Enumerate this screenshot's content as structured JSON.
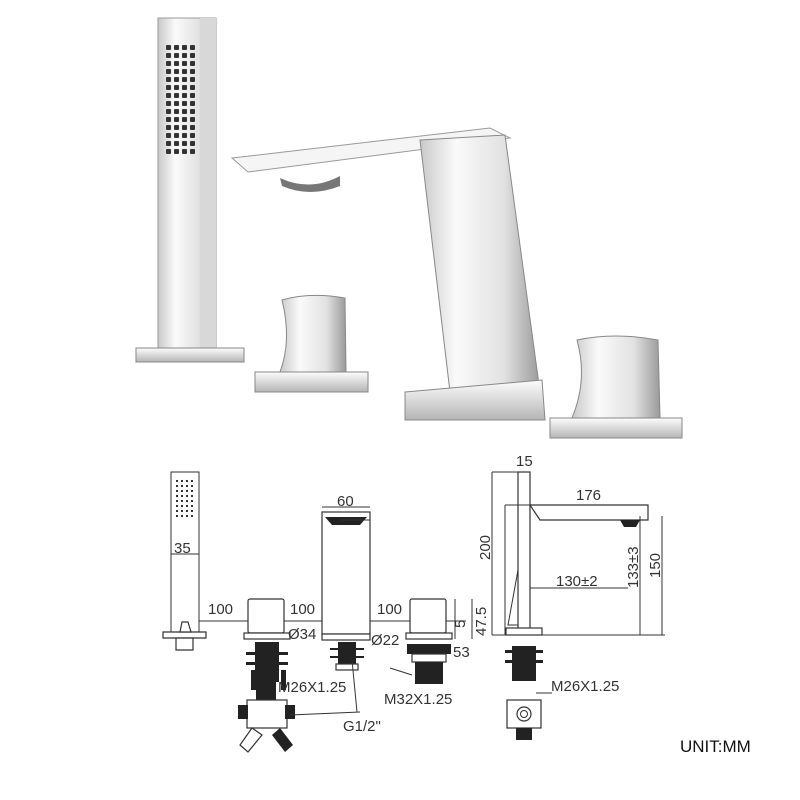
{
  "product_photo": {
    "title": "4-hole deck mounted bath filler with hand shower"
  },
  "drawing": {
    "handshower_width": "35",
    "spacing": [
      "100",
      "100",
      "100"
    ],
    "spout_width": "60",
    "handle_diameter": "Ø34",
    "spout_base_diameter": "Ø22",
    "handle_plate": "5",
    "handle_height": "47.5",
    "handle_depth": "53",
    "thread_handle": "M26X1.25",
    "thread_spout": "M32X1.25",
    "inlet": "G1/2\"",
    "side_top": "15",
    "spout_reach": "176",
    "total_height": "200",
    "spout_projection": "130±2",
    "outlet_height": "133±3",
    "body_height": "150",
    "thread_side": "M26X1.25"
  },
  "unit_label": "UNIT:MM",
  "colors": {
    "chrome_light": "#f4f4f4",
    "chrome_dark": "#8a8a8a",
    "line": "#333333"
  }
}
